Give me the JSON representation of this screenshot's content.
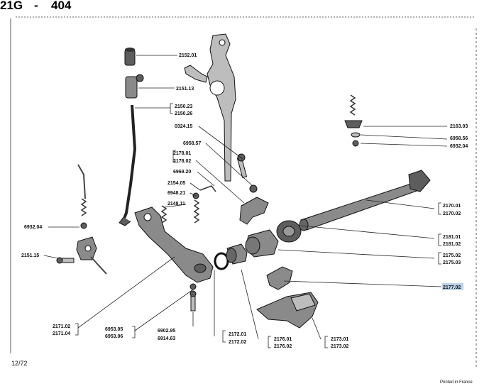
{
  "title": {
    "model": "21G",
    "dash": "-",
    "number": "404"
  },
  "labels": {
    "l2152_01": "2152.01",
    "l2151_13": "2151.13",
    "l2150_23": "2150.23",
    "l2150_26": "2150.26",
    "l0324_15": "0324.15",
    "l6958_57": "6958.57",
    "l2178_01": "2178.01",
    "l2178_02": "2178.02",
    "l6969_20": "6969.20",
    "l2154_05": "2154.05",
    "l6948_21": "6948.21",
    "l2148_11": "2148.11",
    "l6932_04_left": "6932.04",
    "l2151_15": "2151.15",
    "l2163_03": "2163.03",
    "l6958_56": "6958.56",
    "l6932_04_right": "6932.04",
    "l2170_01": "2170.01",
    "l2170_02": "2170.02",
    "l2181_01": "2181.01",
    "l2181_02": "2181.02",
    "l2175_02": "2175.02",
    "l2175_03": "2175.03",
    "l2177_02": "2177.02",
    "l2171_02": "2171.02",
    "l2171_04": "2171.04",
    "l6953_05": "6953.05",
    "l6953_06": "6953.06",
    "l6902_95": "6902.95",
    "l6914_63": "6914.63",
    "l2172_01": "2172.01",
    "l2172_02": "2172.02",
    "l2176_01": "2176.01",
    "l2176_02": "2176.02",
    "l2173_01": "2173.01",
    "l2173_02": "2173.02"
  },
  "footer": {
    "date": "12/72",
    "printed": "Printed in France"
  },
  "colors": {
    "highlight": "#bcd3ea"
  }
}
